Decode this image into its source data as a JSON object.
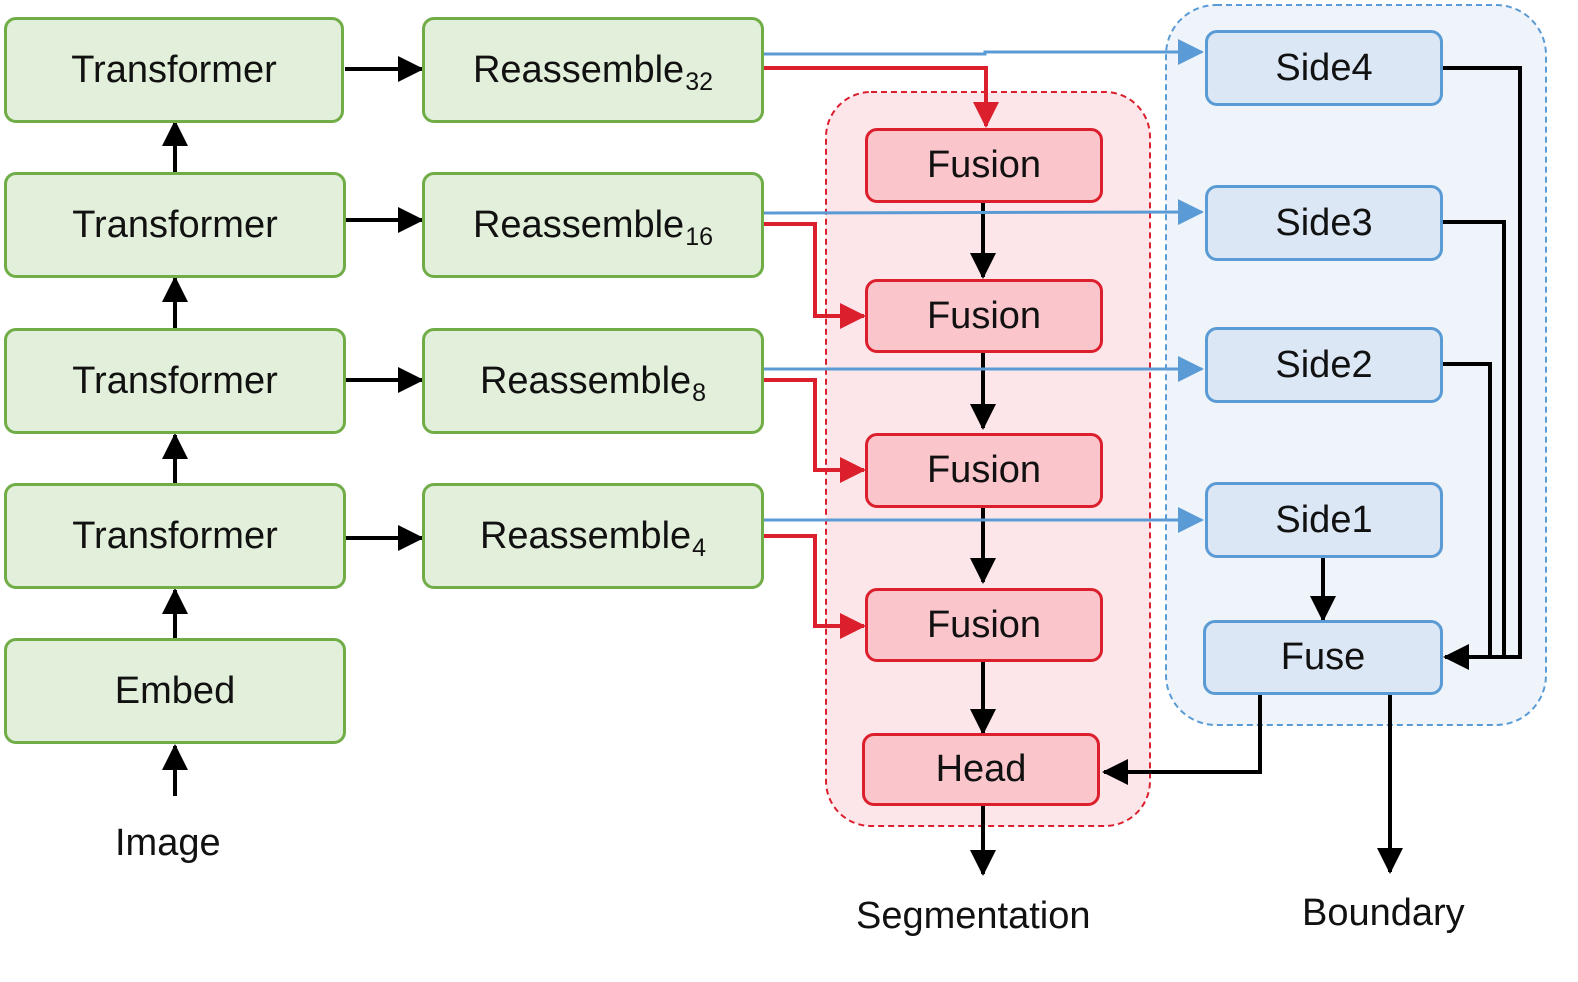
{
  "encoder": {
    "transformer_label": "Transformer",
    "embed_label": "Embed",
    "input_label": "Image"
  },
  "reassemble": {
    "base_label": "Reassemble",
    "scales": [
      "32",
      "16",
      "8",
      "4"
    ]
  },
  "fusion_branch": {
    "fusion_label": "Fusion",
    "head_label": "Head",
    "output_label": "Segmentation"
  },
  "boundary_branch": {
    "sides": [
      "Side4",
      "Side3",
      "Side2",
      "Side1"
    ],
    "fuse_label": "Fuse",
    "output_label": "Boundary"
  },
  "colors": {
    "encoder_fill": "#e2efda",
    "encoder_border": "#70ad47",
    "fusion_fill": "#fbc5cc",
    "fusion_border": "#dc1f2d",
    "fusion_region": "#fde6ea",
    "boundary_fill": "#dbe7f5",
    "boundary_border": "#5b9bd5",
    "boundary_region": "#eef4fa",
    "arrow": "#000000"
  }
}
